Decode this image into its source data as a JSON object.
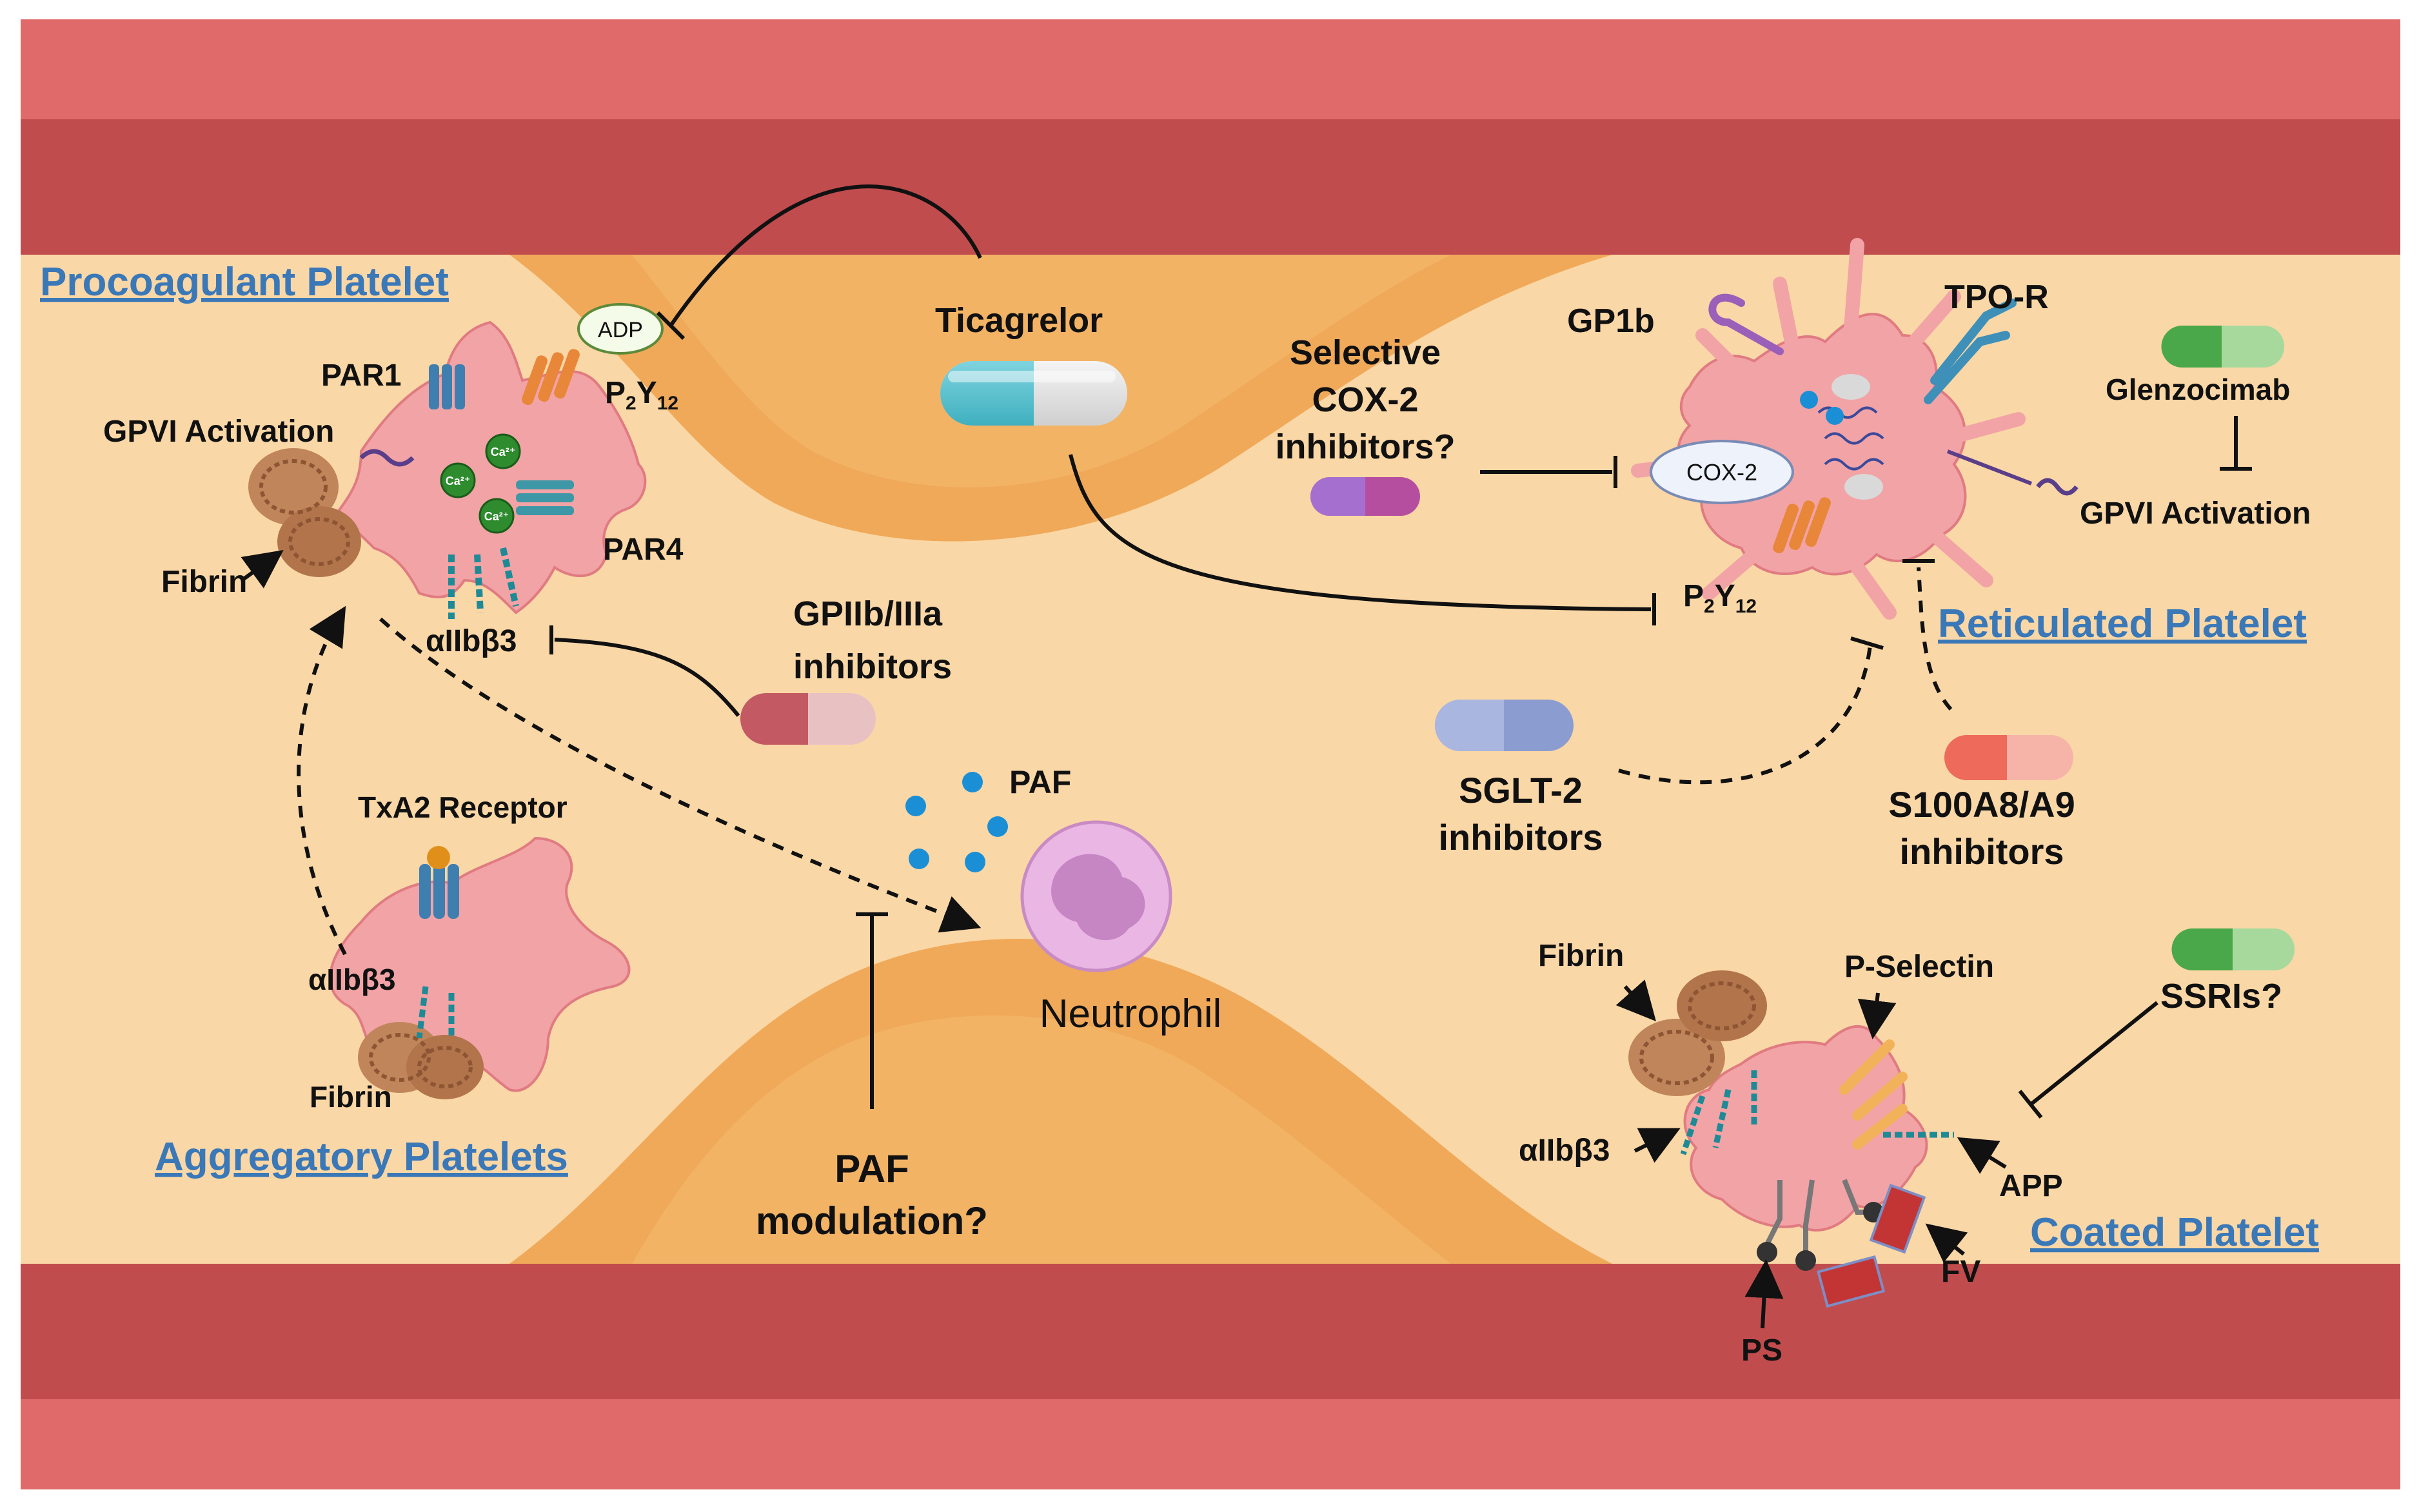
{
  "colors": {
    "vessel_outer": "#e06a6a",
    "vessel_inner": "#c14c4d",
    "plasma": "#fad7a6",
    "endothelium": "#f0a959",
    "platelet": "#f2a3a6",
    "neutrophil": "#eab6e4",
    "title_blue": "#3a78b8"
  },
  "titles": {
    "procoagulant": "Procoagulant Platelet",
    "aggregatory": "Aggregatory Platelets",
    "reticulated": "Reticulated Platelet",
    "coated": "Coated Platelet"
  },
  "procoagulant": {
    "adp": "ADP",
    "p2y12_main": "P",
    "p2y12_sub1": "2",
    "p2y12_mid": "Y",
    "p2y12_sub2": "12",
    "par1": "PAR1",
    "par4": "PAR4",
    "gpvi": "GPVI Activation",
    "fibrin": "Fibrin",
    "integrin": "αIIbβ3",
    "ca": "Ca²⁺"
  },
  "aggregatory": {
    "txa2": "TxA2 Receptor",
    "integrin": "αIIbβ3",
    "fibrin": "Fibrin"
  },
  "drugs": {
    "ticagrelor": "Ticagrelor",
    "cox2_line1": "Selective",
    "cox2_line2": "COX-2",
    "cox2_line3": "inhibitors?",
    "gp_line1": "GPIIb/IIIa",
    "gp_line2": "inhibitors",
    "sglt_line1": "SGLT-2",
    "sglt_line2": "inhibitors",
    "s100_line1": "S100A8/A9",
    "s100_line2": "inhibitors",
    "glenzocimab": "Glenzocimab",
    "ssri": "SSRIs?",
    "paf_line1": "PAF",
    "paf_line2": "modulation?"
  },
  "reticulated": {
    "gp1b": "GP1b",
    "tpor": "TPO-R",
    "cox2": "COX-2",
    "gpvi": "GPVI Activation",
    "p2y12_main": "P",
    "p2y12_sub1": "2",
    "p2y12_mid": "Y",
    "p2y12_sub2": "12"
  },
  "neutrophil": {
    "label": "Neutrophil",
    "paf": "PAF"
  },
  "coated": {
    "fibrin": "Fibrin",
    "pselectin": "P-Selectin",
    "integrin": "αIIbβ3",
    "app": "APP",
    "fv": "FV",
    "ps": "PS"
  }
}
